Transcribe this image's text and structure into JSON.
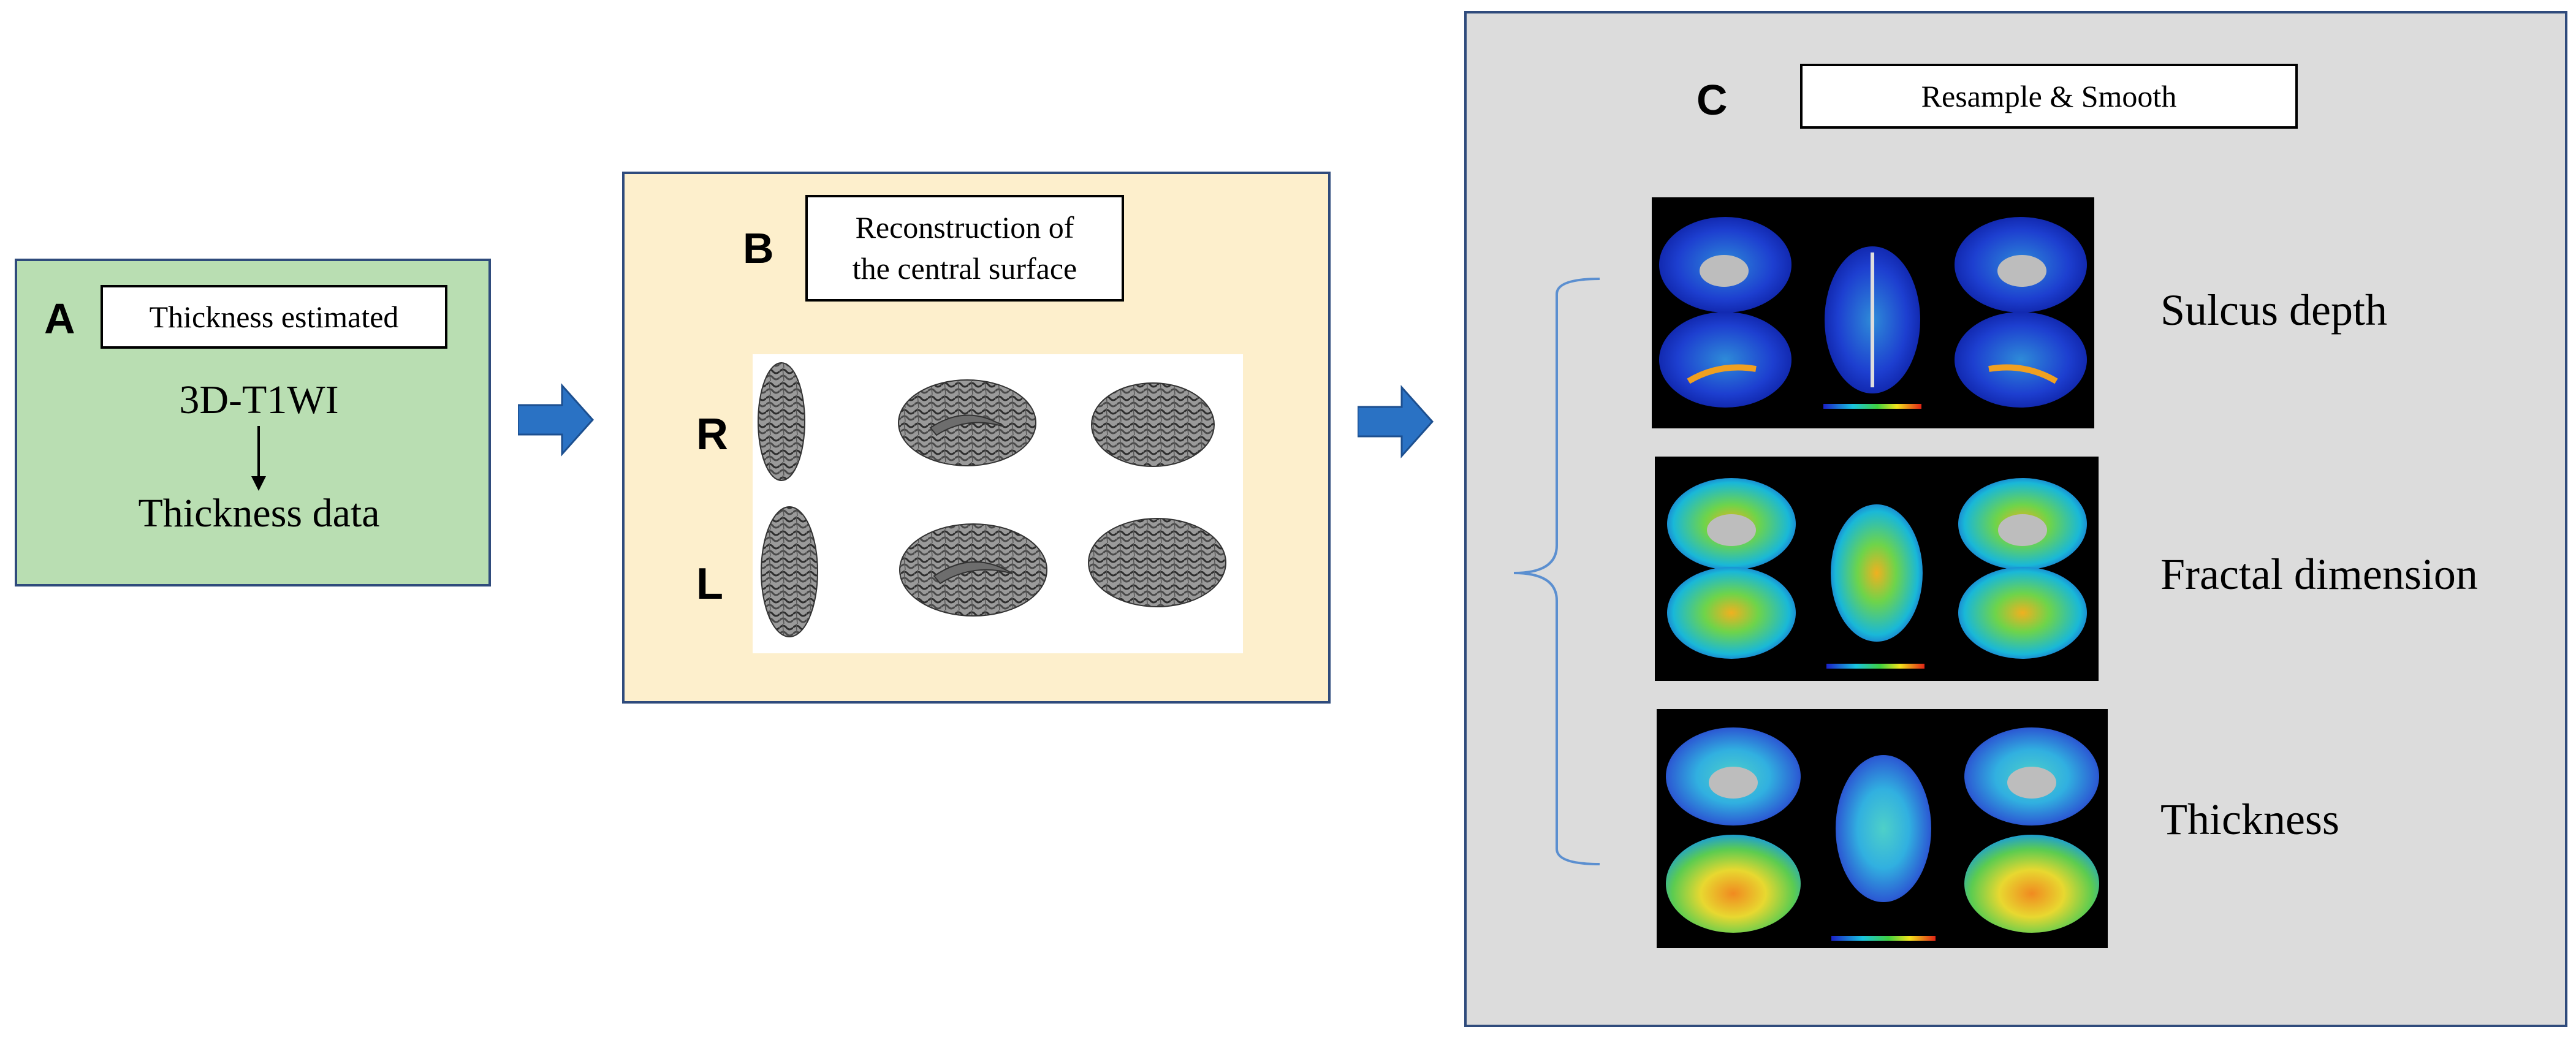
{
  "panel_a": {
    "letter": "A",
    "title": "Thickness estimated",
    "input": "3D-T1WI",
    "output": "Thickness data"
  },
  "panel_b": {
    "letter": "B",
    "title_line1": "Reconstruction of",
    "title_line2": "the central surface",
    "row_right": "R",
    "row_left": "L"
  },
  "panel_c": {
    "letter": "C",
    "title": "Resample & Smooth",
    "maps": [
      {
        "label": "Sulcus depth"
      },
      {
        "label": "Fractal dimension"
      },
      {
        "label": "Thickness"
      }
    ]
  },
  "colors": {
    "panel_a_bg": "#b9deb2",
    "panel_b_bg": "#fdefcc",
    "panel_c_bg": "#dcdcdc",
    "border": "#2f4b7c",
    "arrow": "#2a72c4",
    "bracket": "#5b8fd0"
  }
}
